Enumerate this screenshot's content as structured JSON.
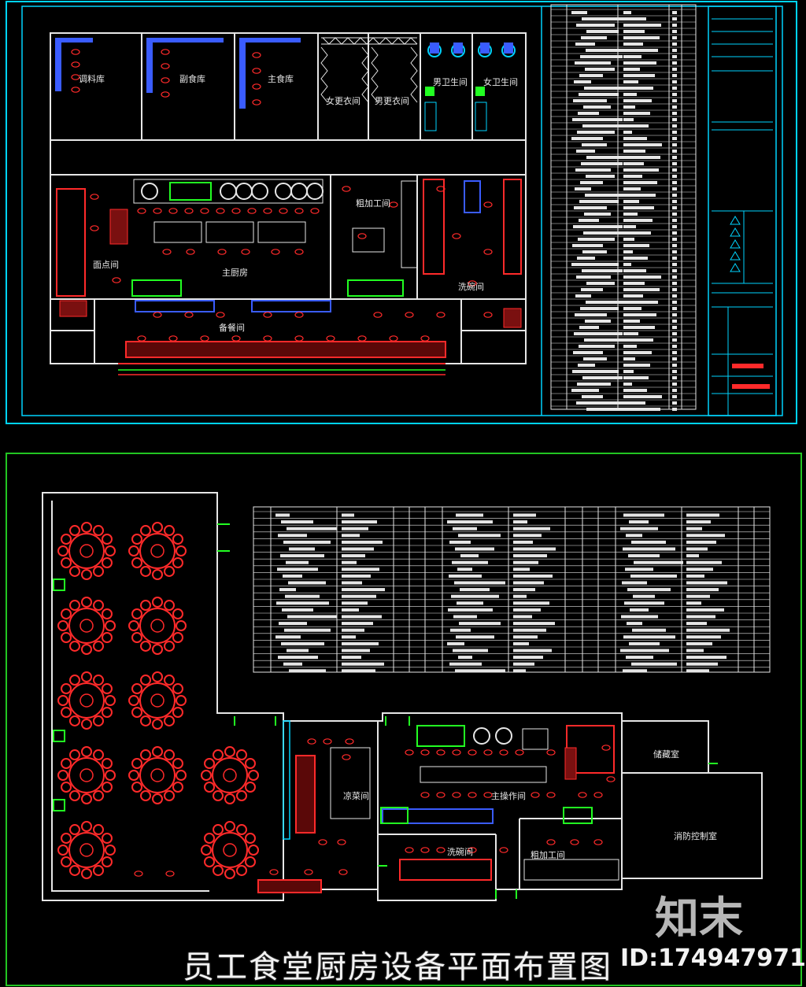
{
  "title": "员工食堂厨房设备平面布置图",
  "id_label": "ID:174947971",
  "brand": "知末",
  "colors": {
    "wall": "#e6e6e6",
    "equipment": "#ff2a2a",
    "frame": "#00d4ff",
    "green": "#22ff22",
    "blue": "#3a5cff",
    "bottom_frame": "#22c522"
  },
  "top_plan": {
    "rooms": [
      {
        "id": "store-1",
        "label": "调料库"
      },
      {
        "id": "store-2",
        "label": "副食库"
      },
      {
        "id": "store-3",
        "label": "主食库"
      },
      {
        "id": "changing-f",
        "label": "女更衣间"
      },
      {
        "id": "changing-m",
        "label": "男更衣间"
      },
      {
        "id": "toilet-m",
        "label": "男卫生间"
      },
      {
        "id": "toilet-f",
        "label": "女卫生间"
      },
      {
        "id": "pastry",
        "label": "面点间"
      },
      {
        "id": "main-kitchen",
        "label": "主厨房"
      },
      {
        "id": "rough-processing",
        "label": "粗加工间"
      },
      {
        "id": "dishwash",
        "label": "洗碗间"
      },
      {
        "id": "serving",
        "label": "备餐间"
      }
    ]
  },
  "bottom_plan": {
    "rooms": [
      {
        "id": "cold-dish",
        "label": "凉菜间"
      },
      {
        "id": "main-operation",
        "label": "主操作间"
      },
      {
        "id": "dishwash-b",
        "label": "洗碗间"
      },
      {
        "id": "rough-processing-b",
        "label": "粗加工间"
      },
      {
        "id": "storage",
        "label": "储藏室"
      },
      {
        "id": "fire-control",
        "label": "消防控制室"
      }
    ]
  }
}
